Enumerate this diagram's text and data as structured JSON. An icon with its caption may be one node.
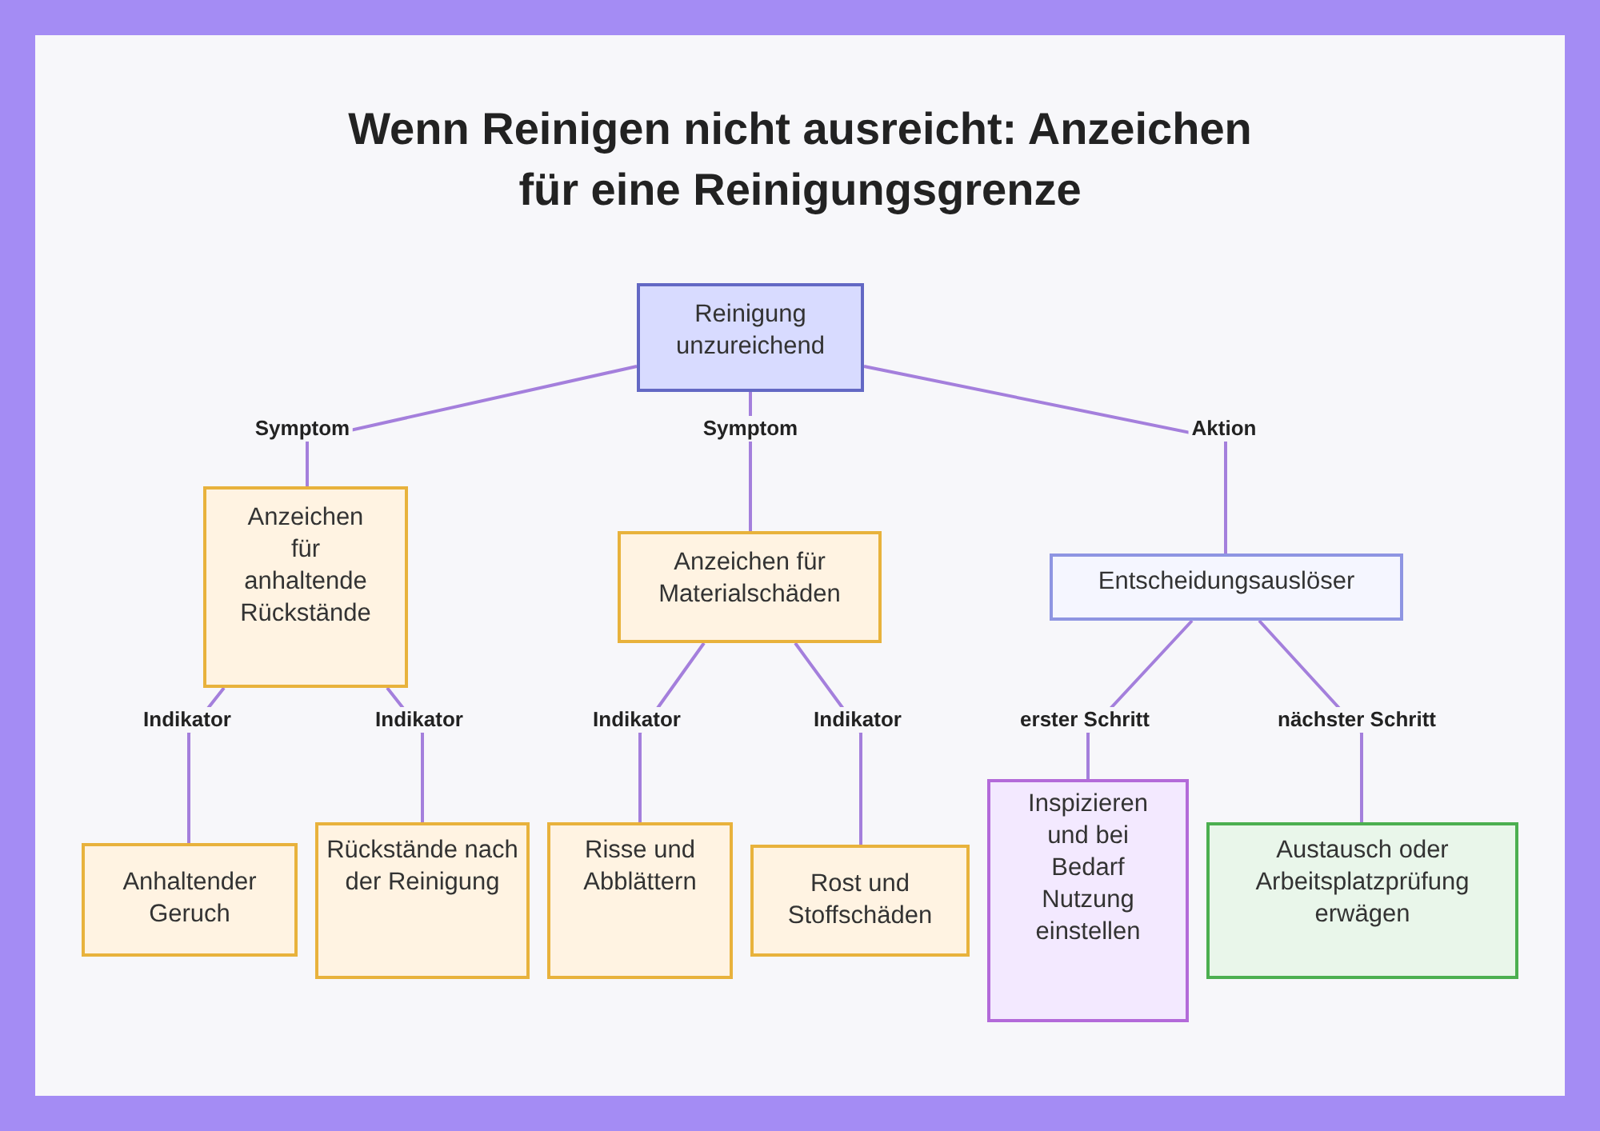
{
  "diagram": {
    "title": "Wenn Reinigen nicht ausreicht: Anzeichen für eine Reinigungsgrenze",
    "nodes": [
      {
        "text": [
          "Reinigung unzureichend"
        ]
      },
      {
        "text": [
          "Anzeichen für anhaltende Rückstände"
        ]
      },
      {
        "text": [
          "Anzeichen für Materialschäden"
        ]
      },
      {
        "text": [
          "Entscheidungsauslöser"
        ]
      },
      {
        "text": [
          "Anhaltender Geruch"
        ]
      },
      {
        "text": [
          "Rückstände nach der Reinigung"
        ]
      },
      {
        "text": [
          "Risse und Abblättern"
        ]
      },
      {
        "text": [
          "Rost und Stoffschäden"
        ]
      },
      {
        "text": [
          "Inspizieren und bei Bedarf Nutzung einstellen"
        ]
      },
      {
        "text": [
          "Austausch oder Arbeitsplatzprüfung erwägen"
        ]
      }
    ],
    "edges": [
      {
        "from": 0,
        "to": 1,
        "arrow": "none",
        "label": "Symptom"
      },
      {
        "from": 0,
        "to": 2,
        "arrow": "none",
        "label": "Symptom"
      },
      {
        "from": 0,
        "to": 3,
        "arrow": "none",
        "label": "Aktion"
      },
      {
        "from": 1,
        "to": 4,
        "arrow": "none",
        "label": "Indikator"
      },
      {
        "from": 1,
        "to": 5,
        "arrow": "none",
        "label": "Indikator"
      },
      {
        "from": 2,
        "to": 6,
        "arrow": "none",
        "label": "Indikator"
      },
      {
        "from": 2,
        "to": 7,
        "arrow": "none",
        "label": "Indikator"
      },
      {
        "from": 3,
        "to": 8,
        "arrow": "none",
        "label": "erster Schritt"
      },
      {
        "from": 3,
        "to": 9,
        "arrow": "none",
        "label": "nächster Schritt"
      }
    ]
  }
}
